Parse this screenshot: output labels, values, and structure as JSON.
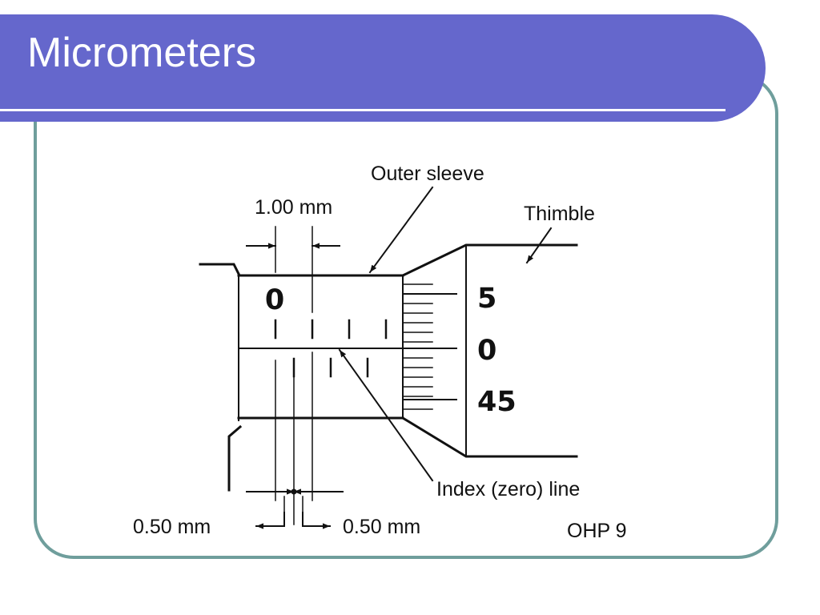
{
  "slide": {
    "title": "Micrometers",
    "slide_ref": "OHP 9"
  },
  "colors": {
    "title_bar": "#6567cc",
    "frame_border": "#6f9e9c",
    "title_text": "#ffffff",
    "line": "#111111"
  },
  "diagram": {
    "labels": {
      "outer_sleeve": "Outer sleeve",
      "thimble": "Thimble",
      "one_mm_spacing": "1.00 mm",
      "index_line": "Index (zero) line",
      "half_mm_left": "0.50 mm",
      "half_mm_right": "0.50 mm"
    },
    "sleeve_scale": {
      "zero_mark": "0"
    },
    "thimble_scale": {
      "above": "5",
      "zero": "0",
      "below": "45"
    }
  }
}
